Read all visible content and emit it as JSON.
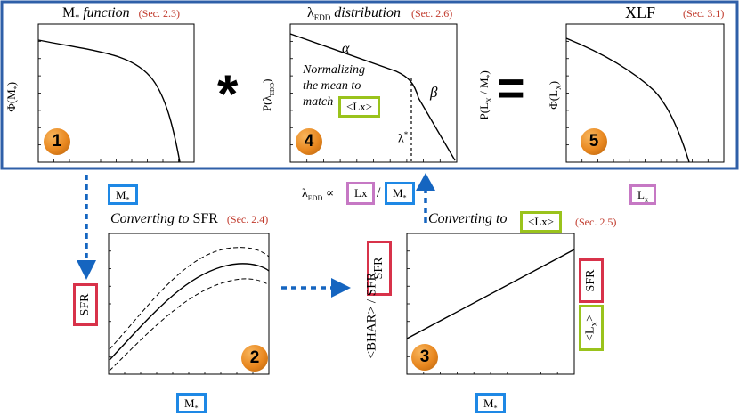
{
  "panels": {
    "mstar": {
      "title": "M",
      "title_sub": "*",
      "title_italic": " function",
      "sec": "(Sec. 2.3)",
      "ylabel": "Φ(M",
      "ylabel_sub": "*",
      "ylabel_end": ")",
      "badge": "1"
    },
    "eddington": {
      "title": "λ",
      "title_sub": "EDD",
      "title_italic": " distribution",
      "sec": "(Sec. 2.6)",
      "ylabel": "P(λ",
      "ylabel_sub": "EDD",
      "ylabel_end": ")",
      "badge": "4",
      "alpha": "α",
      "beta": "β",
      "lambda_star": "λ",
      "lambda_star_sup": "*",
      "note_line1": "Normalizing",
      "note_line2": "the mean to",
      "note_line3": "match",
      "note_box": "<Lx>"
    },
    "xlf": {
      "title": "XLF",
      "sec": "(Sec. 3.1)",
      "ylabel": "Φ(L",
      "ylabel_sub": "X",
      "ylabel_end": ")",
      "badge": "5",
      "left_label": "P(L",
      "left_label_sub": "X",
      "left_label_end": " / M",
      "left_label_sub2": "*",
      "left_label_close": ")"
    },
    "sfr": {
      "title_italic": "Converting to ",
      "title": "SFR",
      "sec": "(Sec. 2.4)",
      "badge": "2"
    },
    "bhar": {
      "title_italic": "Converting to ",
      "title_box": "<Lx>",
      "sec": "(Sec. 2.5)",
      "ylabel": "<BHAR> / SFR",
      "badge": "3"
    }
  },
  "operators": {
    "convolve": "*",
    "equals": "="
  },
  "relation": {
    "prefix": "λ",
    "prefix_sub": "EDD",
    "prop": " ∝ ",
    "num": "Lx",
    "slash": "/",
    "den": "M",
    "den_sub": "*"
  },
  "boxes": {
    "mstar_top": {
      "text": "M",
      "sub": "*"
    },
    "lx_right": {
      "text": "L",
      "sub": "x"
    },
    "mstar_bottom_left": {
      "text": "M",
      "sub": "*"
    },
    "mstar_bottom_right": {
      "text": "M",
      "sub": "*"
    },
    "sfr_side": {
      "text": "SFR"
    },
    "lx_sfr_side_top": {
      "text": "SFR"
    },
    "lx_sfr_side_bottom": {
      "text": "<L",
      "sub": "X",
      "end": ">"
    }
  },
  "colors": {
    "blue": "#1e88e5",
    "pink": "#c678c4",
    "green": "#9ac31c",
    "red": "#d8324a",
    "section": "#c0392b",
    "badge": "#e8871f"
  }
}
